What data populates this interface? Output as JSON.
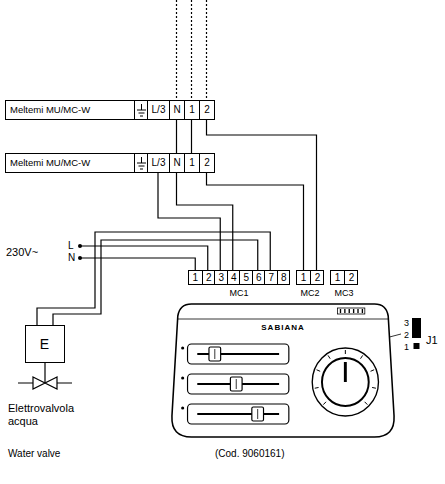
{
  "diagram": {
    "nodes": [
      {
        "text": [
          "Meltemi MU/MC-W",
          "L/3",
          "N",
          "1",
          "2"
        ]
      },
      {
        "text": [
          "Meltemi MU/MC-W",
          "L/3",
          "N",
          "1",
          "2"
        ]
      },
      {
        "text": [
          "1",
          "2",
          "3",
          "4",
          "5",
          "6",
          "7",
          "8",
          "MC1"
        ]
      },
      {
        "text": [
          "1",
          "2",
          "MC2"
        ]
      },
      {
        "text": [
          "1",
          "2",
          "MC3"
        ]
      },
      {
        "text": [
          "E"
        ]
      },
      {
        "text": [
          "SABIANA"
        ]
      }
    ],
    "edges": [
      {
        "from": 0,
        "to": 1,
        "arrow": "none"
      },
      {
        "from": 0,
        "to": 1,
        "arrow": "none"
      },
      {
        "from": 0,
        "to": 3,
        "arrow": "none"
      },
      {
        "from": 1,
        "to": 3,
        "arrow": "none"
      },
      {
        "from": 1,
        "to": 2,
        "arrow": "none"
      },
      {
        "from": 1,
        "to": 2,
        "arrow": "none"
      },
      {
        "from": 5,
        "to": 2,
        "arrow": "none"
      },
      {
        "from": 5,
        "to": 2,
        "arrow": "none"
      }
    ],
    "labels": [
      "230V~",
      "L",
      "N",
      "Elettrovalvola acqua",
      "Water valve",
      "(Cod. 9060161)",
      "3",
      "2",
      "1",
      "J1"
    ]
  }
}
